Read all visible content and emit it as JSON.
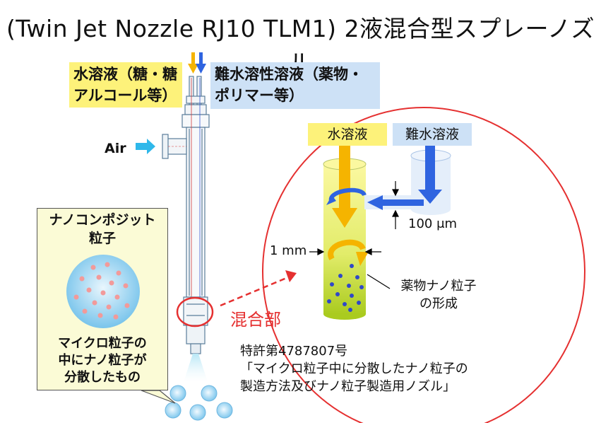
{
  "title": "(Twin Jet Nozzle RJ10 TLM1) 2液混合型スプレーノズル",
  "inputs": {
    "water_solution_line1": "水溶液（糖・糖",
    "water_solution_line2": "アルコール等）",
    "poor_solution_line1": "難水溶性溶液（薬物・",
    "poor_solution_line2": "ポリマー等）"
  },
  "air_label": "Air",
  "nano_composite": {
    "title_line1": "ナノコンポジット",
    "title_line2": "粒子",
    "desc_line1": "マイクロ粒子の",
    "desc_line2": "中にナノ粒子が",
    "desc_line3": "分散したもの"
  },
  "mixing_label": "混合部",
  "patent": {
    "line1": "特許第4787807号",
    "line2": "「マイクロ粒子中に分散したナノ粒子の",
    "line3": "製造方法及びナノ粒子製造用ノズル」"
  },
  "detail": {
    "water_label": "水溶液",
    "poor_label": "難水溶液",
    "dim_small": "100 μm",
    "dim_large": "1 mm",
    "formation_line1": "薬物ナノ粒子",
    "formation_line2": "の形成"
  },
  "colors": {
    "water": "#fdf27a",
    "poor": "#cde1f6",
    "accent_red": "#e53030",
    "blue_arrow": "#2f64e0",
    "yellow_arrow": "#f5b400",
    "nano_box": "#fbfbd6"
  }
}
